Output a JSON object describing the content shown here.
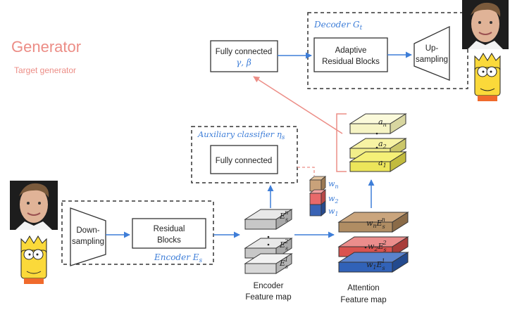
{
  "title": "Generator",
  "subtitle": "Target generator",
  "colors": {
    "accent_red": "#ec8d86",
    "accent_blue": "#3e7ed8",
    "gray_box": "#3a3a3a",
    "feat_gray": "#c7c7c7",
    "att_yellow": "#f2ee8a",
    "att_brown": "#b08d63",
    "att_red": "#d9534f",
    "att_blue": "#3162b8"
  },
  "decoder": {
    "label": "Decoder G",
    "label_sub": "t",
    "fc_line1": "Fully connected",
    "fc_line2": "γ, β",
    "arb_line1": "Adaptive",
    "arb_line2": "Residual Blocks",
    "up_line1": "Up-",
    "up_line2": "sampling"
  },
  "classifier": {
    "label": "Auxiliary classifier η",
    "label_sub": "s",
    "fc": "Fully connected"
  },
  "encoder": {
    "label": "Encoder E",
    "label_sub": "s",
    "down_line1": "Down-",
    "down_line2": "sampling",
    "res_line1": "Residual",
    "res_line2": "Blocks"
  },
  "encoder_map": {
    "caption_line1": "Encoder",
    "caption_line2": "Feature map",
    "layers": [
      {
        "base": "E",
        "sub": "s",
        "sup": "n"
      },
      {
        "base": "E",
        "sub": "s",
        "sup": "2"
      },
      {
        "base": "E",
        "sub": "s",
        "sup": "1"
      }
    ]
  },
  "weights": [
    {
      "label": "w",
      "sub": "n",
      "color": "#c9a27a"
    },
    {
      "label": "w",
      "sub": "2",
      "color": "#e8696a"
    },
    {
      "label": "w",
      "sub": "1",
      "color": "#3a63b5"
    }
  ],
  "attention_map": {
    "caption_line1": "Attention",
    "caption_line2": "Feature map",
    "layers": [
      {
        "w": "w",
        "wsub": "n",
        "base": "E",
        "sub": "s",
        "sup": "n"
      },
      {
        "w": "w",
        "wsub": "2",
        "base": "E",
        "sub": "s",
        "sup": "2"
      },
      {
        "w": "w",
        "wsub": "1",
        "base": "E",
        "sub": "s",
        "sup": "1"
      }
    ]
  },
  "attention_stack": {
    "layers": [
      {
        "base": "a",
        "sub": "n"
      },
      {
        "base": "a",
        "sub": "2"
      },
      {
        "base": "a",
        "sub": "1"
      }
    ]
  },
  "images": {
    "input_face": "photo of a young man's face",
    "input_cartoon": "yellow cartoon character face",
    "output_face": "photo of a young man's face",
    "output_cartoon": "yellow cartoon character face"
  }
}
